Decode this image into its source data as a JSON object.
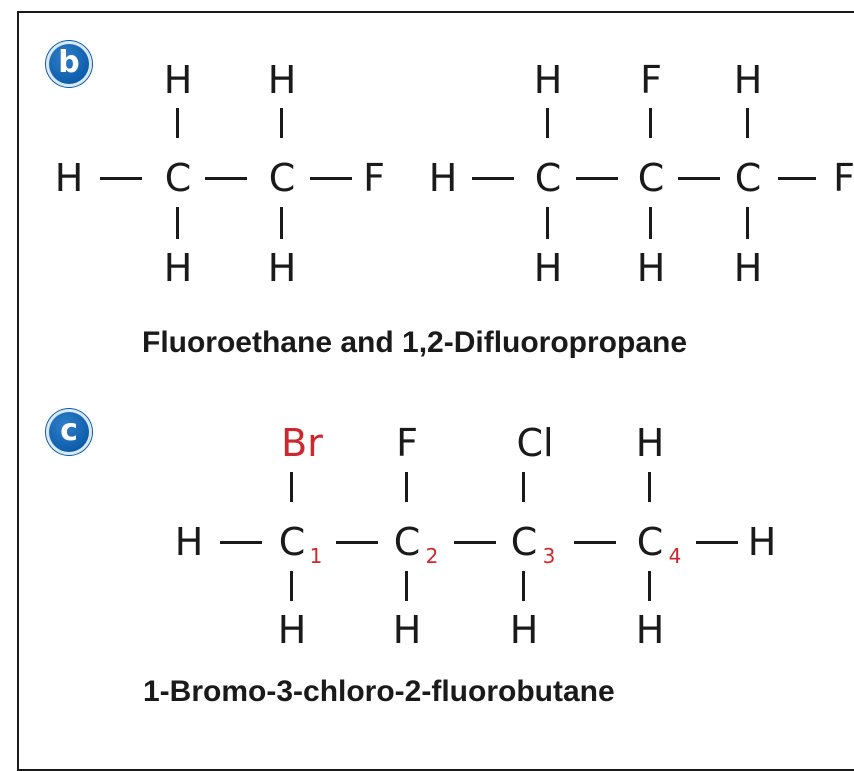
{
  "panel_b": {
    "badge": "b",
    "caption": "Fluoroethane and 1,2-Difluoropropane",
    "m1": {
      "top": [
        "H",
        "H"
      ],
      "left": "H",
      "carbons": [
        "C",
        "C"
      ],
      "right": "F",
      "bottom": [
        "H",
        "H"
      ]
    },
    "m2": {
      "top": [
        "H",
        "F",
        "H"
      ],
      "left": "H",
      "carbons": [
        "C",
        "C",
        "C"
      ],
      "right": "F",
      "bottom": [
        "H",
        "H",
        "H"
      ]
    }
  },
  "panel_c": {
    "badge": "c",
    "caption": "1-Bromo-3-chloro-2-fluorobutane",
    "top": [
      "Br",
      "F",
      "Cl",
      "H"
    ],
    "left": "H",
    "carbons": [
      "C",
      "C",
      "C",
      "C"
    ],
    "subscripts": [
      "1",
      "2",
      "3",
      "4"
    ],
    "right": "H",
    "bottom": [
      "H",
      "H",
      "H",
      "H"
    ]
  },
  "colors": {
    "accent_red": "#d0272c",
    "badge_blue": "#0b5aa8",
    "text": "#1a1a1a"
  }
}
